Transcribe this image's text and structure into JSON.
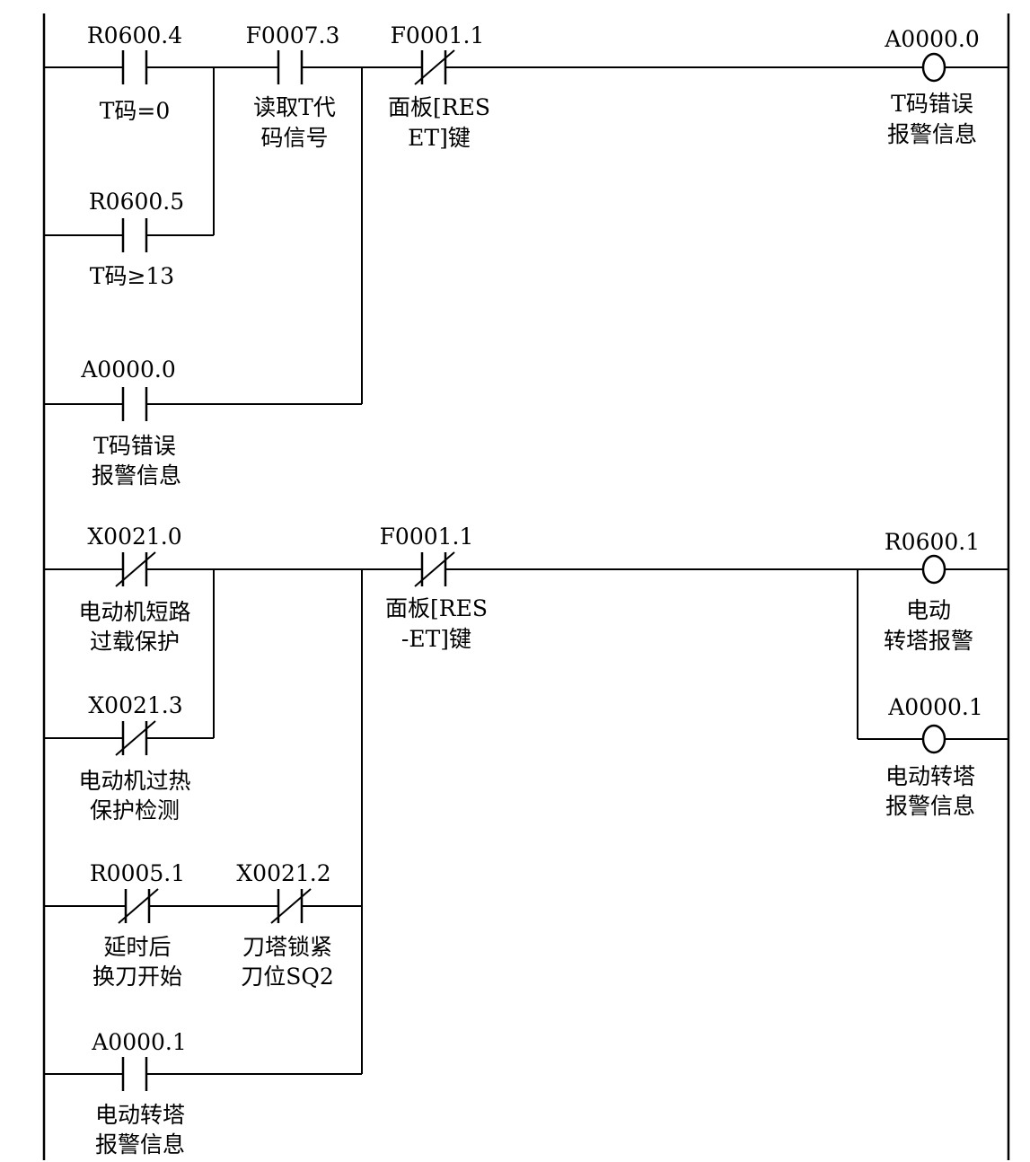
{
  "rung1": {
    "c_r06004": {
      "address": "R0600.4",
      "desc1": "T码=0",
      "desc2": ""
    },
    "c_r06005": {
      "address": "R0600.5",
      "desc1": "T码≥13",
      "desc2": ""
    },
    "c_a00000": {
      "address": "A0000.0",
      "desc1": "T码错误",
      "desc2": "报警信息"
    },
    "c_f00073": {
      "address": "F0007.3",
      "desc1": "读取T代",
      "desc2": "码信号"
    },
    "c_f00011": {
      "address": "F0001.1",
      "desc1": "面板[RES",
      "desc2": "ET]键"
    },
    "coil_a00000": {
      "address": "A0000.0",
      "desc1": "T码错误",
      "desc2": "报警信息"
    }
  },
  "rung2": {
    "c_x00210": {
      "address": "X0021.0",
      "desc1": "电动机短路",
      "desc2": "过载保护"
    },
    "c_x00213": {
      "address": "X0021.3",
      "desc1": "电动机过热",
      "desc2": "保护检测"
    },
    "c_r00051": {
      "address": "R0005.1",
      "desc1": "延时后",
      "desc2": "换刀开始"
    },
    "c_x00212": {
      "address": "X0021.2",
      "desc1": "刀塔锁紧",
      "desc2": "刀位SQ2"
    },
    "c_a00001": {
      "address": "A0000.1",
      "desc1": "电动转塔",
      "desc2": "报警信息"
    },
    "c_f00011": {
      "address": "F0001.1",
      "desc1": "面板[RES",
      "desc2": "-ET]键"
    },
    "coil_r06001": {
      "address": "R0600.1",
      "desc1": "电动",
      "desc2": "转塔报警"
    },
    "coil_a00001": {
      "address": "A0000.1",
      "desc1": "电动转塔",
      "desc2": "报警信息"
    }
  }
}
